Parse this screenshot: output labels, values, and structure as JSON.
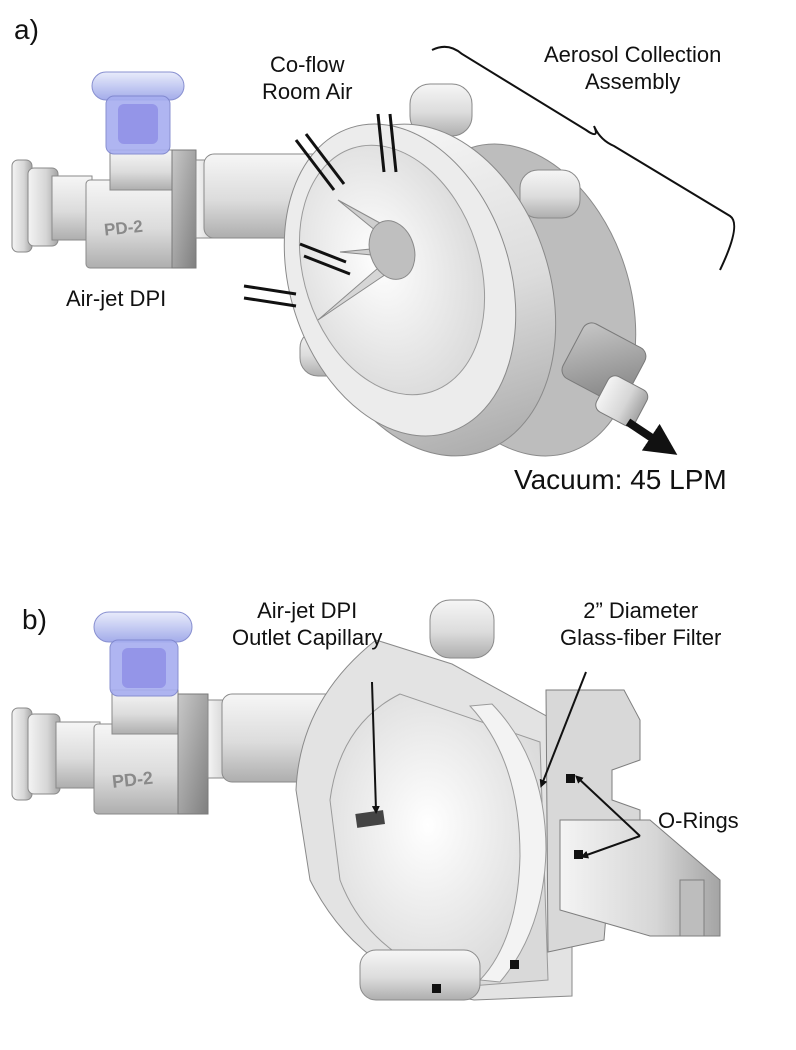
{
  "panel_a": {
    "letter": "a)",
    "labels": {
      "coflow_line1": "Co-flow",
      "coflow_line2": "Room Air",
      "aerosol_line1": "Aerosol Collection",
      "aerosol_line2": "Assembly",
      "airjet_dpi": "Air-jet DPI",
      "vacuum": "Vacuum: 45 LPM",
      "device_tag": "PD-2"
    }
  },
  "panel_b": {
    "letter": "b)",
    "labels": {
      "outlet_line1": "Air-jet DPI",
      "outlet_line2": "Outlet Capillary",
      "filter_line1": "2” Diameter",
      "filter_line2": "Glass-fiber Filter",
      "orings": "O-Rings",
      "device_tag": "PD-2"
    }
  },
  "colors": {
    "metal_light": "#e9e9e9",
    "metal_mid": "#cfcfcf",
    "metal_dark": "#9e9e9e",
    "cap_blue": "#8f8fe6",
    "cap_clear": "#c9d0f2",
    "line": "#111111"
  }
}
